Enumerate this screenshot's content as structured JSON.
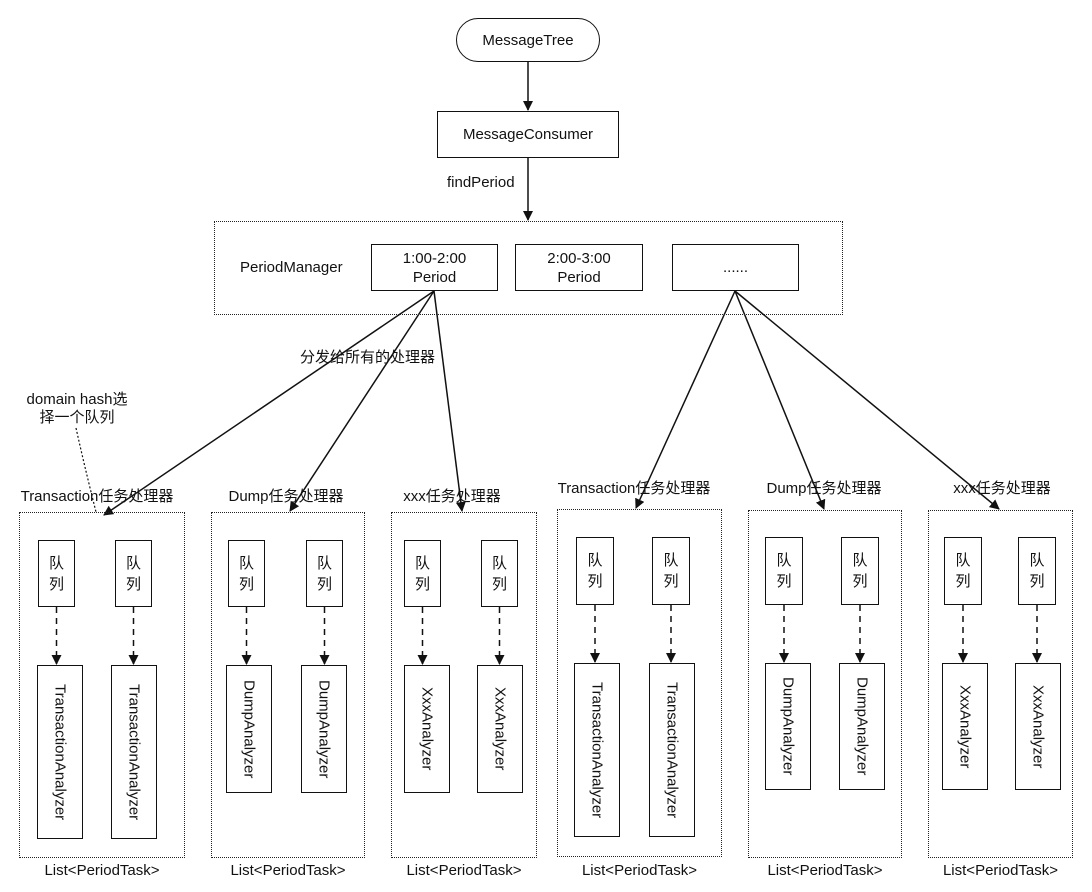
{
  "nodes": {
    "message_tree": "MessageTree",
    "message_consumer": "MessageConsumer",
    "find_period": "findPeriod",
    "period_manager": "PeriodManager",
    "period1": "1:00-2:00\nPeriod",
    "period2": "2:00-3:00\nPeriod",
    "period_more": "......"
  },
  "notes": {
    "dispatch": "分发给所有的处理器",
    "domain_hash": "domain hash选\n择一个队列"
  },
  "groups": [
    {
      "title": "Transaction任务处理器",
      "queues": [
        "队\n列",
        "队\n列"
      ],
      "analyzers": [
        "TransactionAnalyzer",
        "TransactionAnalyzer"
      ],
      "footer": "List<PeriodTask>"
    },
    {
      "title": "Dump任务处理器",
      "queues": [
        "队\n列",
        "队\n列"
      ],
      "analyzers": [
        "DumpAnalyzer",
        "DumpAnalyzer"
      ],
      "footer": "List<PeriodTask>"
    },
    {
      "title": "xxx任务处理器",
      "queues": [
        "队\n列",
        "队\n列"
      ],
      "analyzers": [
        "XxxAnalyzer",
        "XxxAnalyzer"
      ],
      "footer": "List<PeriodTask>"
    },
    {
      "title": "Transaction任务处理器",
      "queues": [
        "队\n列",
        "队\n列"
      ],
      "analyzers": [
        "TransactionAnalyzer",
        "TransactionAnalyzer"
      ],
      "footer": "List<PeriodTask>"
    },
    {
      "title": "Dump任务处理器",
      "queues": [
        "队\n列",
        "队\n列"
      ],
      "analyzers": [
        "DumpAnalyzer",
        "DumpAnalyzer"
      ],
      "footer": "List<PeriodTask>"
    },
    {
      "title": "xxx任务处理器",
      "queues": [
        "队\n列",
        "队\n列"
      ],
      "analyzers": [
        "XxxAnalyzer",
        "XxxAnalyzer"
      ],
      "footer": "List<PeriodTask>"
    }
  ]
}
